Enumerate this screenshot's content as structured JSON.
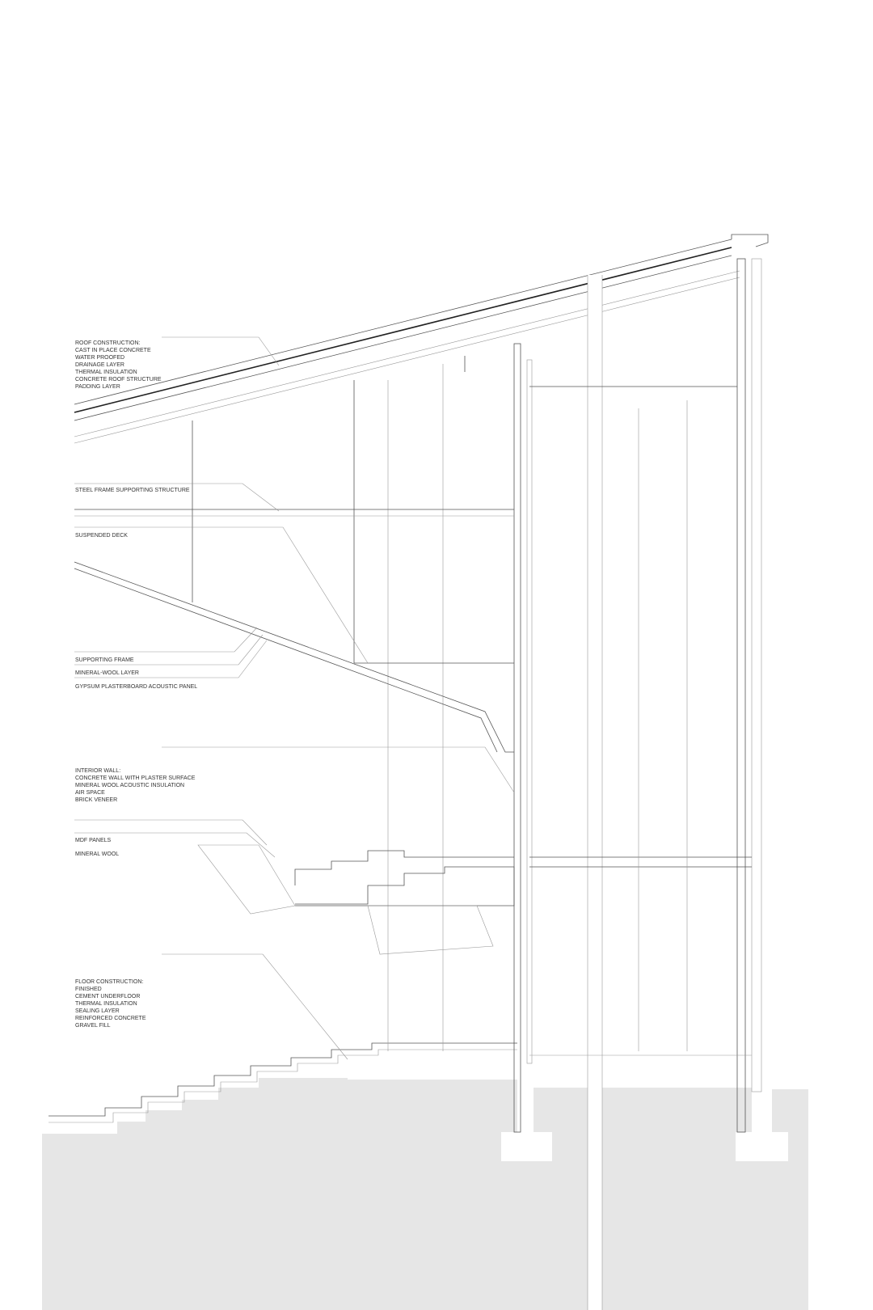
{
  "title": "Auditorium section detail",
  "labels": {
    "roof": [
      "ROOF CONSTRUCTION:",
      "CAST IN PLACE CONCRETE",
      "WATER PROOFED",
      "DRAINAGE LAYER",
      "THERMAL INSULATION",
      "CONCRETE ROOF STRUCTURE",
      "PADDING LAYER"
    ],
    "steel_frame": "STEEL FRAME SUPPORTING STRUCTURE",
    "suspended_deck": "SUSPENDED DECK",
    "supporting_frame": "SUPPORTING FRAME",
    "mineral_wool_layer": "MINERAL-WOOL LAYER",
    "gypsum": "GYPSUM PLASTERBOARD ACOUSTIC PANEL",
    "interior_wall": [
      "INTERIOR WALL:",
      "CONCRETE WALL WITH PLASTER SURFACE",
      "MINERAL WOOL ACOUSTIC INSULATION",
      "AIR SPACE",
      "BRICK VENEER"
    ],
    "mdf_panels": "MDF PANELS",
    "mineral_wool": "MINERAL WOOL",
    "floor": [
      "FLOOR CONSTRUCTION:",
      "FINISHED",
      "CEMENT UNDERFLOOR",
      "THERMAL INSULATION",
      "SEALING LAYER",
      "REINFORCED CONCRETE",
      "GRAVEL FILL"
    ]
  },
  "colors": {
    "ground": "#e6e6e6",
    "line": "#333333"
  }
}
